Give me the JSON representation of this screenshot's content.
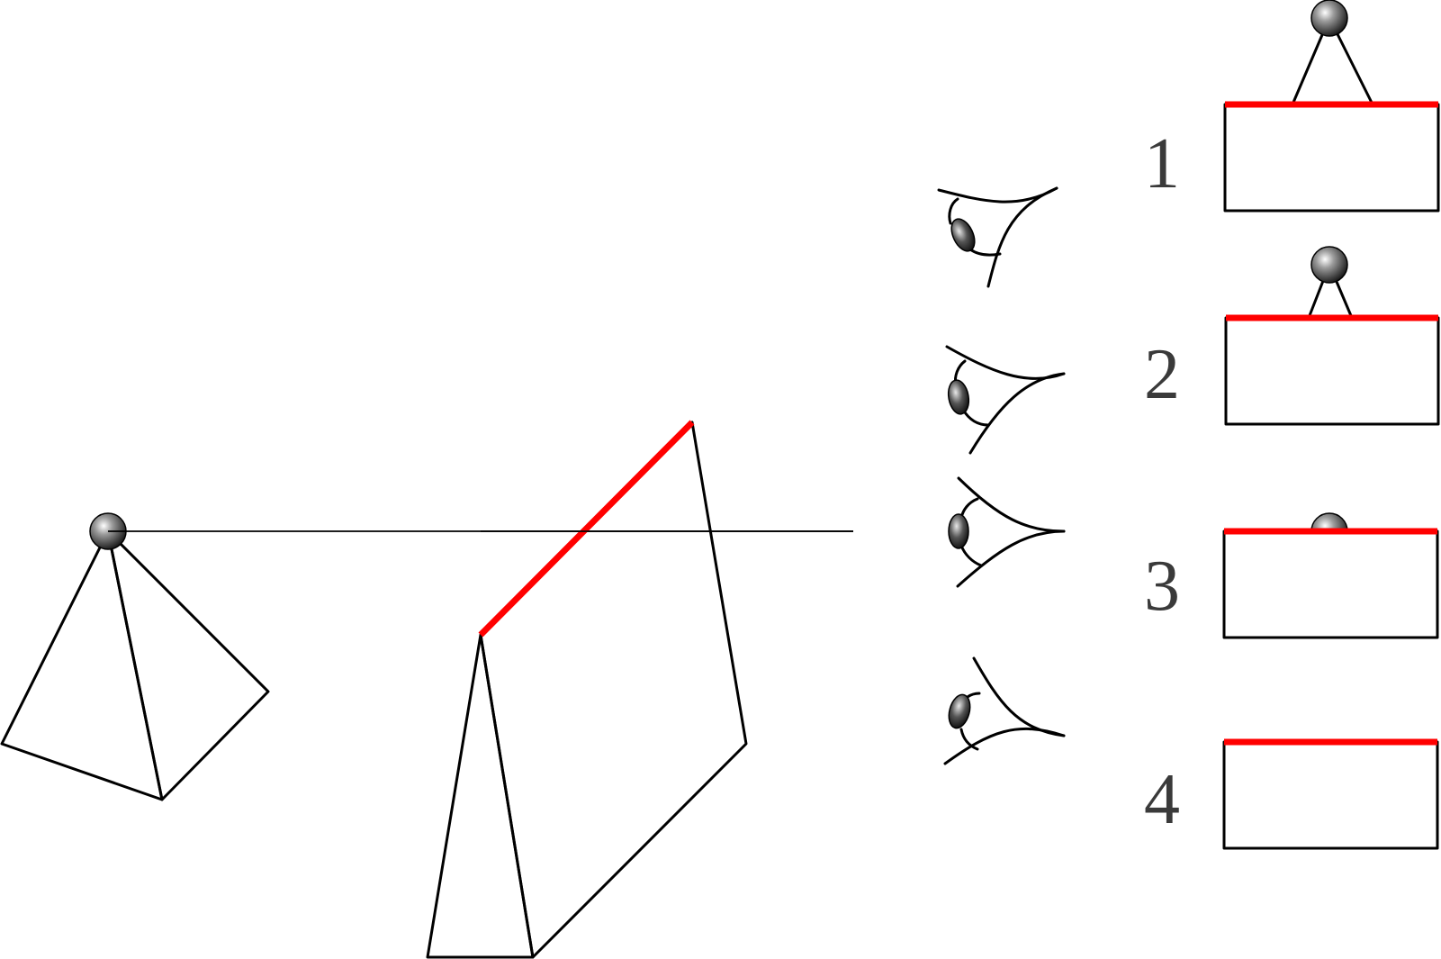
{
  "colors": {
    "face_light": "#fff500",
    "face_dark": "#c0b800",
    "edge": "#000000",
    "highlight_edge": "#ff0000",
    "label": "#3a3a3a"
  },
  "views": [
    {
      "label": "1"
    },
    {
      "label": "2"
    },
    {
      "label": "3"
    },
    {
      "label": "4"
    }
  ],
  "icons": {
    "eye": "eye-icon",
    "apex_ball": "sphere-icon"
  }
}
